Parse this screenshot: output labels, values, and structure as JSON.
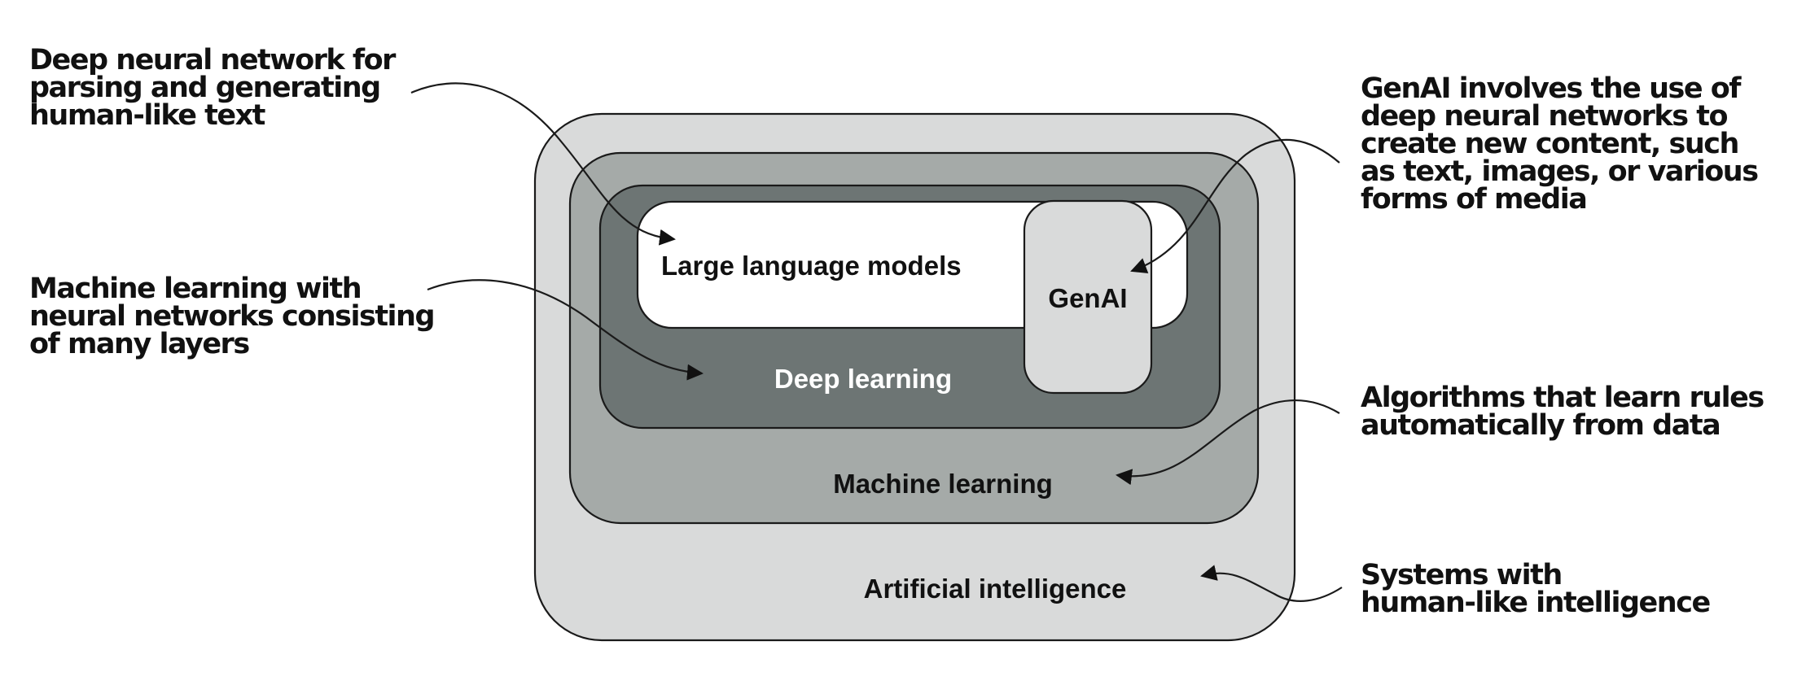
{
  "diagram": {
    "type": "nested-venn",
    "colors": {
      "artificial_intelligence": "#d9dada",
      "machine_learning": "#a5aaa8",
      "deep_learning": "#6d7574",
      "large_language_models": "#ffffff",
      "genai": "#d9dada",
      "stroke": "#1a1a1a",
      "text_dark": "#111111",
      "text_light": "#ffffff"
    },
    "boxes": {
      "artificial_intelligence": "Artificial intelligence",
      "machine_learning": "Machine learning",
      "deep_learning": "Deep learning",
      "large_language_models": "Large language models",
      "genai": "GenAI"
    },
    "callouts": {
      "llm": [
        "Deep neural network for",
        "parsing and generating",
        "human-like text"
      ],
      "deep_learning": [
        "Machine learning with",
        "neural networks consisting",
        "of many layers"
      ],
      "genai": [
        "GenAI involves the use of",
        "deep neural networks to",
        "create new content, such",
        "as text, images, or various",
        "forms of media"
      ],
      "machine_learning": [
        "Algorithms that learn rules",
        "automatically from data"
      ],
      "artificial_intelligence": [
        "Systems with",
        "human-like intelligence"
      ]
    }
  }
}
